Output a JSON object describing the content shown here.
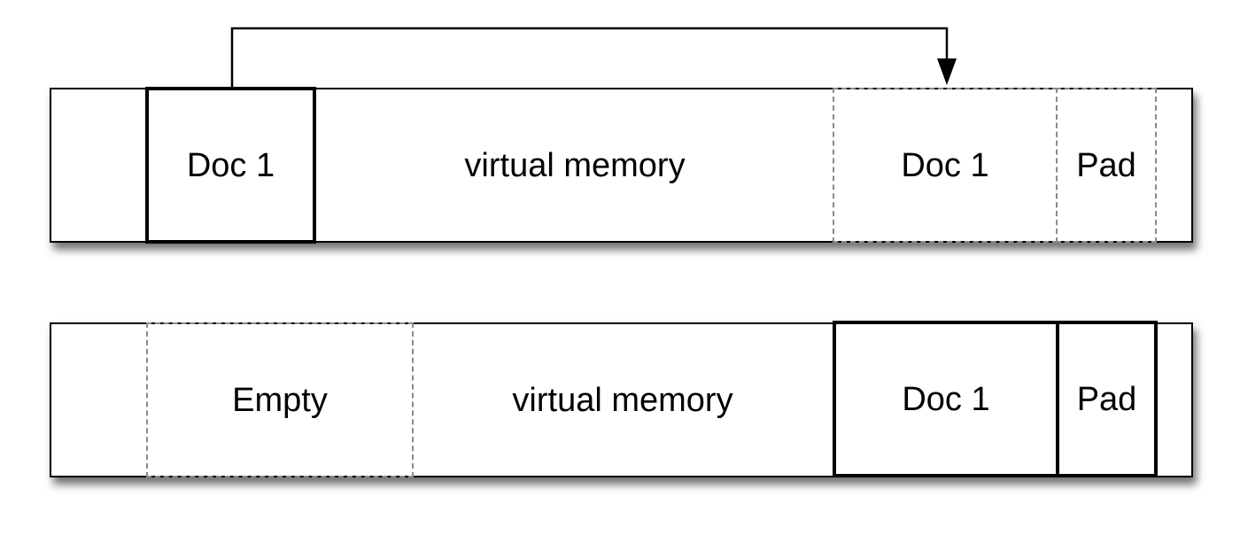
{
  "top_bar": {
    "doc_source_label": "Doc 1",
    "virtual_memory_label": "virtual memory",
    "doc_destination_label": "Doc 1",
    "pad_label": "Pad"
  },
  "bottom_bar": {
    "empty_label": "Empty",
    "virtual_memory_label": "virtual memory",
    "doc_label": "Doc 1",
    "pad_label": "Pad"
  },
  "colors": {
    "line": "#000000",
    "dashed_border": "#8a8a8a",
    "background": "#ffffff"
  }
}
